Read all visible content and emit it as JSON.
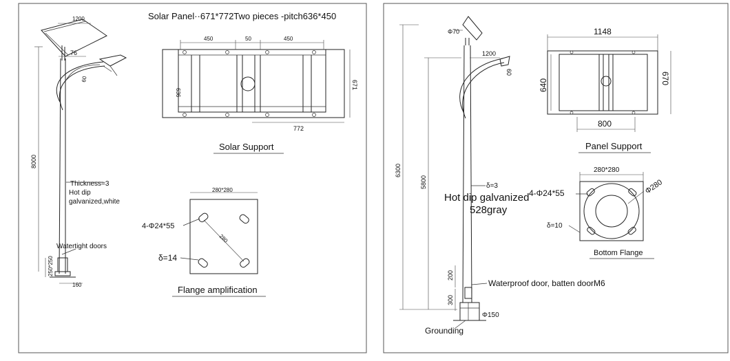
{
  "left": {
    "title": "Solar Panel··671*772Two pieces  -pitch636*450",
    "dims": {
      "top_1200": "1200",
      "angle_76": "76",
      "arm_60": "60",
      "height_8000": "8000",
      "base_250": "250*250",
      "base_160": "160",
      "w450a": "450",
      "w50": "50",
      "w450b": "450",
      "h636": "636",
      "h671": "671",
      "w772": "772",
      "flange_size": "280*280",
      "flange_diag": "280"
    },
    "notes": {
      "thickness_line1": "Thickness=3",
      "thickness_line2": "Hot dip",
      "thickness_line3": "galvanized,white",
      "doors": "Watertight doors",
      "bolts": "4-Φ24*55",
      "delta": "δ=14"
    },
    "captions": {
      "solar_support": "Solar Support",
      "flange": "Flange amplification"
    }
  },
  "right": {
    "dims": {
      "phi70": "Φ70",
      "arm_1200": "1200",
      "arm_60": "60",
      "h6300": "6300",
      "h5800": "5800",
      "h200": "200",
      "h300": "300",
      "phi150": "Φ150",
      "w1148": "1148",
      "h640": "640",
      "h670": "670",
      "w800": "800",
      "flange_size": "280*280",
      "phi280": "Φ280"
    },
    "notes": {
      "delta3": "δ=3",
      "galv1": "Hot dip galvanized",
      "galv2": "528gray",
      "bolts": "4-Φ24*55",
      "delta10": "δ=10",
      "door": "Waterproof door, batten doorM6",
      "grounding": "Grounding"
    },
    "captions": {
      "panel_support": "Panel Support",
      "bottom_flange": "Bottom Flange"
    }
  }
}
